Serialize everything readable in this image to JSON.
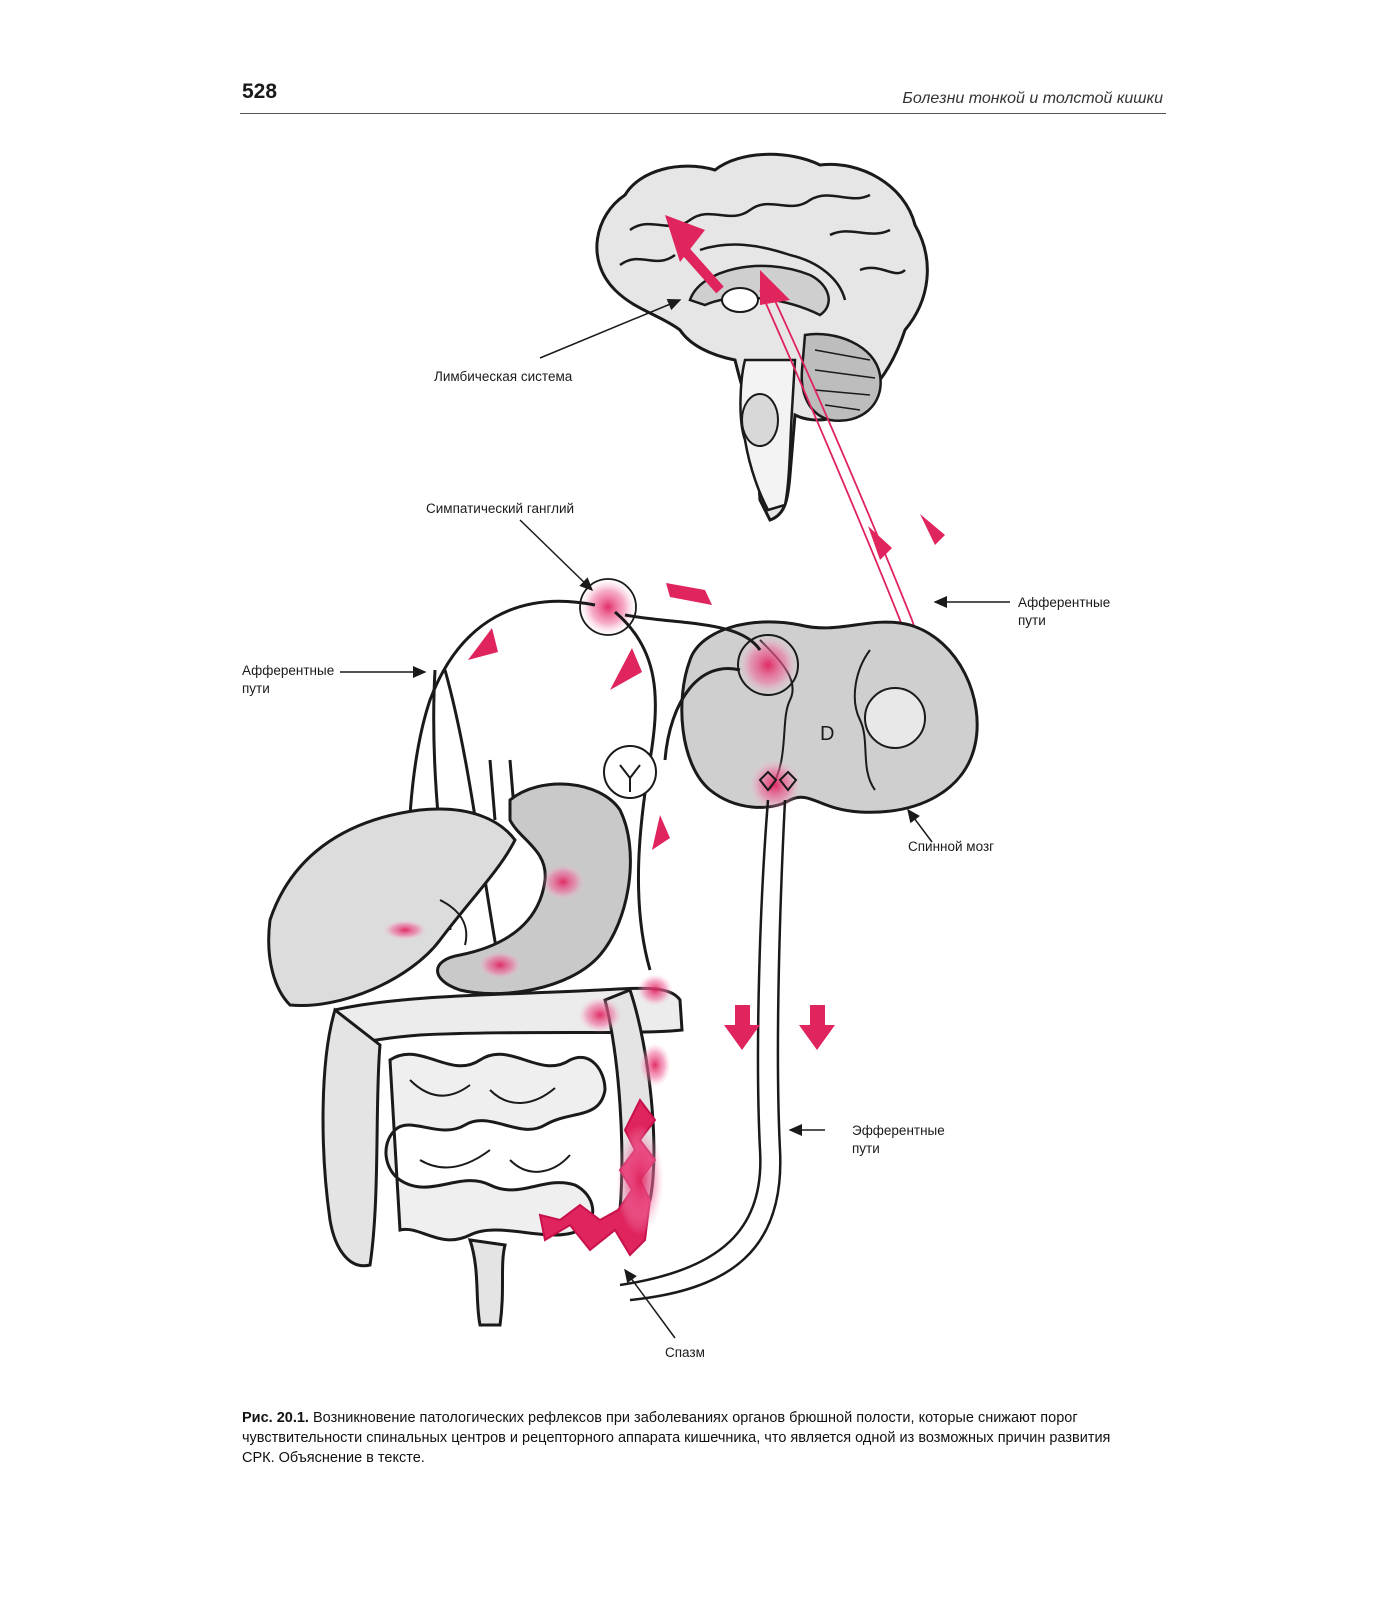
{
  "header": {
    "page_number": "528",
    "running_title": "Болезни тонкой и толстой кишки"
  },
  "figure": {
    "labels": {
      "limbic": "Лимбическая система",
      "ganglion": "Симпатический ганглий",
      "afferent_right_1": "Афферентные",
      "afferent_right_2": "пути",
      "afferent_left_1": "Афферентные",
      "afferent_left_2": "пути",
      "spinal_cord": "Спинной мозг",
      "efferent_1": "Эфферентные",
      "efferent_2": "пути",
      "spasm": "Спазм"
    },
    "colors": {
      "accent": "#e0245e",
      "glow": "#f06ca0",
      "ink": "#1a1a1a",
      "tissue": "#d4d4d4"
    }
  },
  "caption": {
    "number": "Рис. 20.1.",
    "text": "Возникновение патологических рефлексов при заболеваниях органов брюшной полости, которые снижают порог чувствительности спинальных центров и рецепторного аппарата кишечника, что является одной из возможных причин развития СРК. Объяснение в тексте."
  }
}
